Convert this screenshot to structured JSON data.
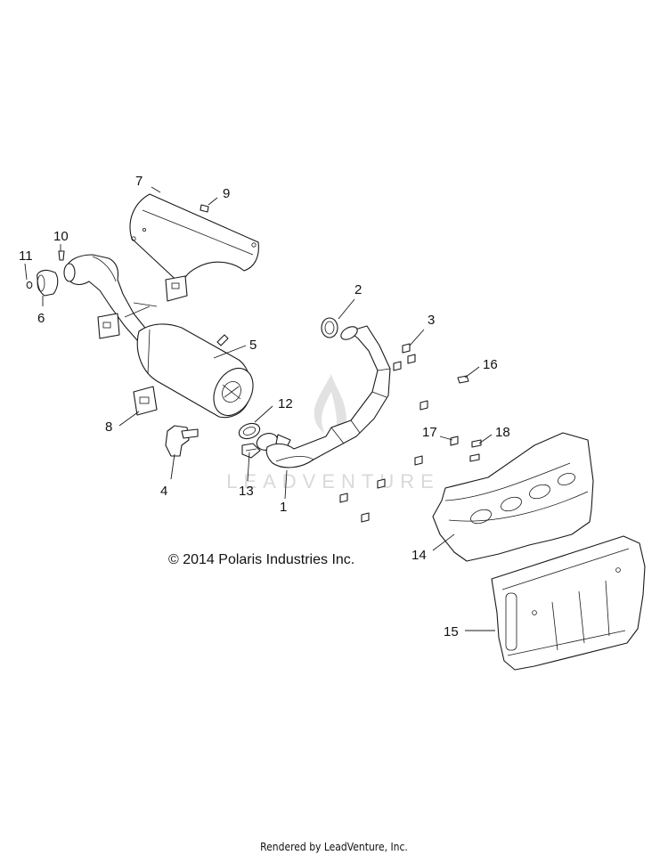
{
  "callouts": {
    "c1": "1",
    "c2": "2",
    "c3": "3",
    "c4": "4",
    "c5": "5",
    "c6": "6",
    "c7": "7",
    "c8": "8",
    "c9": "9",
    "c10": "10",
    "c11": "11",
    "c12": "12",
    "c13": "13",
    "c14": "14",
    "c15": "15",
    "c16": "16",
    "c17": "17",
    "c18": "18"
  },
  "watermark": "LEADVENTURE",
  "copyright": "© 2014 Polaris Industries Inc.",
  "footer": "Rendered by LeadVenture, Inc."
}
